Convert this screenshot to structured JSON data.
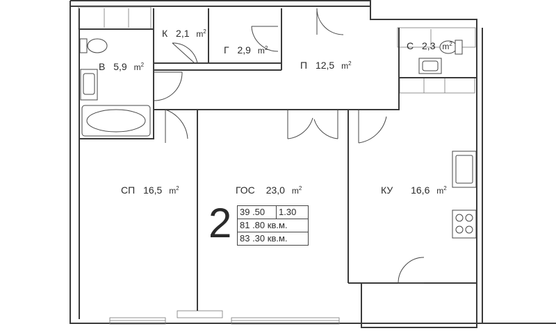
{
  "apartment": {
    "number": "2",
    "info": {
      "row1_left": "39 .50",
      "row1_right": "1.30",
      "row2": "81 .80 кв.м.",
      "row3": "83 .30 кв.м."
    }
  },
  "area_unit": "m",
  "area_unit_sup": "2",
  "rooms": {
    "k": {
      "code": "К",
      "area": "2,1"
    },
    "g": {
      "code": "Г",
      "area": "2,9"
    },
    "p": {
      "code": "П",
      "area": "12,5"
    },
    "c": {
      "code": "С",
      "area": "2,3"
    },
    "b": {
      "code": "В",
      "area": "5,9"
    },
    "sp": {
      "code": "СП",
      "area": "16,5"
    },
    "gos": {
      "code": "ГОС",
      "area": "23,0"
    },
    "ku": {
      "code": "КУ",
      "area": "16,6"
    }
  }
}
